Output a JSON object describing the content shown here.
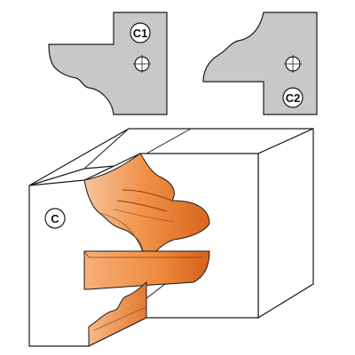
{
  "colors": {
    "knife_fill": "#c8c8c8",
    "outline": "#1a1a1a",
    "box_face": "#ffffff",
    "profile_light": "#f7b07a",
    "profile_mid": "#ee8a3c",
    "profile_dark": "#d4611c"
  },
  "knife_c1": {
    "label": "C1",
    "icon": "screw-hole-icon"
  },
  "knife_c2": {
    "label": "C2",
    "icon": "screw-hole-icon"
  },
  "workpiece": {
    "label": "C"
  }
}
